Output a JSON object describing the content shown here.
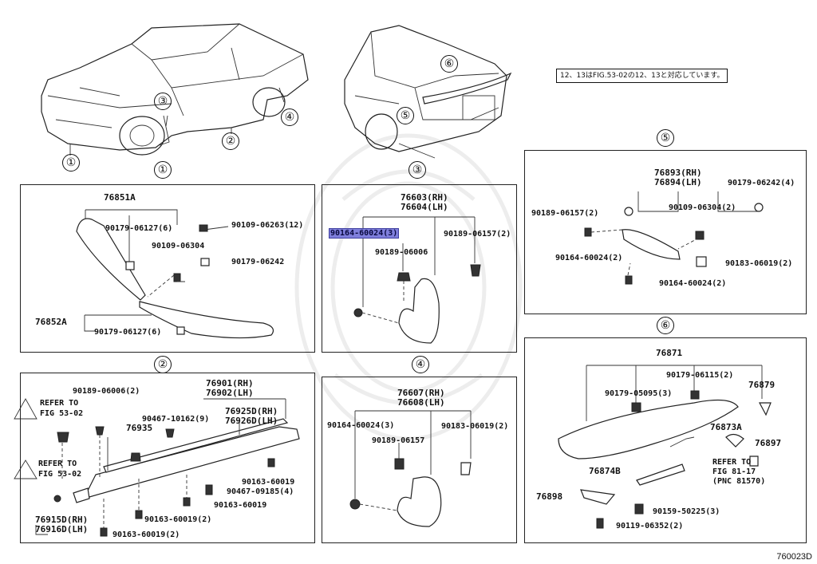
{
  "note": {
    "text": "12、13はFIG.53-02の12、13と対応しています。"
  },
  "drawing_code": "760023D",
  "callouts": {
    "car1_front": "①",
    "car1_skirt": "②",
    "car1_flap_front": "③",
    "car1_flap_rear": "④",
    "car1_below": "①",
    "car2_spoiler": "⑥",
    "car2_flap": "⑤",
    "car2_below": "③",
    "panel5_header": "⑤",
    "panel2_header": "②",
    "panel4_header": "④",
    "panel6_header": "⑥"
  },
  "panel1": {
    "labels": {
      "p76851A": "76851A",
      "p90179_06127_6": "90179-06127(6)",
      "p90109_06263_12": "90109-06263(12)",
      "p90109_06304": "90109-06304",
      "p90179_06242": "90179-06242",
      "p76852A": "76852A",
      "p90179_06127_6b": "90179-06127(6)"
    }
  },
  "panel3": {
    "labels": {
      "p76603": "76603(RH)",
      "p76604": "76604(LH)",
      "p90164_60024_3": "90164-60024(3)",
      "p90189_06157_2": "90189-06157(2)",
      "p90189_06006": "90189-06006"
    }
  },
  "panel5": {
    "labels": {
      "p76893": "76893(RH)",
      "p76894": "76894(LH)",
      "p90179_06242_4": "90179-06242(4)",
      "p90189_06157_2": "90189-06157(2)",
      "p90109_06304_2": "90109-06304(2)",
      "p90164_60024_2a": "90164-60024(2)",
      "p90183_06019_2": "90183-06019(2)",
      "p90164_60024_2b": "90164-60024(2)"
    }
  },
  "panel2": {
    "labels": {
      "p90189_06006_2": "90189-06006(2)",
      "p76901": "76901(RH)",
      "p76902": "76902(LH)",
      "refer13_a": "REFER TO",
      "refer13_b": "FIG 53-02",
      "p90467_10162_9": "90467-10162(9)",
      "p76925D": "76925D(RH)",
      "p76926D": "76926D(LH)",
      "p76935": "76935",
      "refer12_a": "REFER TO",
      "refer12_b": "FIG 53-02",
      "p90163_60019_a": "90163-60019",
      "p90467_09185_4": "90467-09185(4)",
      "p90163_60019_b": "90163-60019",
      "p76915D": "76915D(RH)",
      "p76916D": "76916D(LH)",
      "p90163_60019_2a": "90163-60019(2)",
      "p90163_60019_2b": "90163-60019(2)"
    }
  },
  "panel4": {
    "labels": {
      "p76607": "76607(RH)",
      "p76608": "76608(LH)",
      "p90164_60024_3": "90164-60024(3)",
      "p90183_06019_2": "90183-06019(2)",
      "p90189_06157": "90189-06157"
    }
  },
  "panel6": {
    "labels": {
      "p76871": "76871",
      "p90179_06115_2": "90179-06115(2)",
      "p76879": "76879",
      "p90179_05095_3": "90179-05095(3)",
      "p76873A": "76873A",
      "p76897": "76897",
      "refer_a": "REFER TO",
      "refer_b": "FIG 81-17",
      "refer_c": "(PNC 81570)",
      "p76874B": "76874B",
      "p76898": "76898",
      "p90159_50225_3": "90159-50225(3)",
      "p90119_06352_2": "90119-06352(2)"
    }
  }
}
